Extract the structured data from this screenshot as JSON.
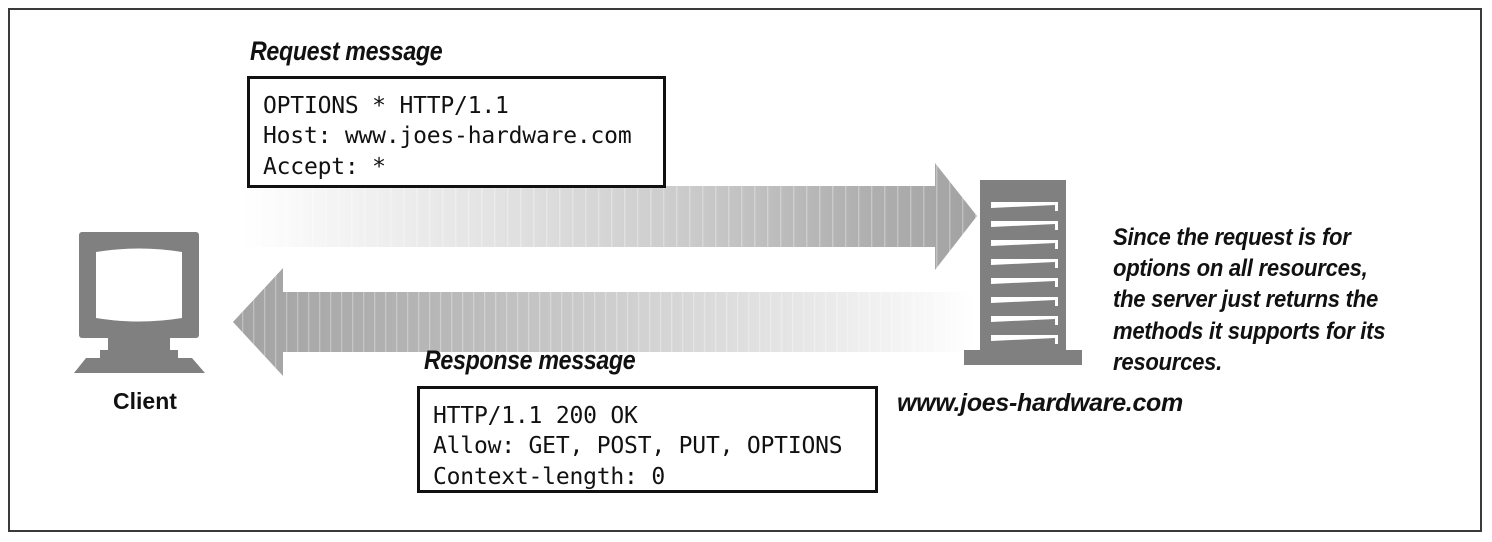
{
  "figure": {
    "title": "HTTP OPTIONS request and response between client and server"
  },
  "request": {
    "label": "Request message",
    "message": "OPTIONS * HTTP/1.1\nHost: www.joes-hardware.com\nAccept: *",
    "lines": [
      "OPTIONS * HTTP/1.1",
      "Host: www.joes-hardware.com",
      "Accept: *"
    ]
  },
  "response": {
    "label": "Response message",
    "message": "HTTP/1.1 200 OK\nAllow: GET, POST, PUT, OPTIONS\nContext-length: 0",
    "lines": [
      "HTTP/1.1 200 OK",
      "Allow: GET, POST, PUT, OPTIONS",
      "Context-length: 0"
    ]
  },
  "client": {
    "label": "Client",
    "icon": "desktop-computer-icon"
  },
  "server": {
    "label": "www.joes-hardware.com",
    "icon": "server-rack-icon"
  },
  "arrows": {
    "request_arrow": {
      "direction": "right",
      "name": "request-arrow"
    },
    "response_arrow": {
      "direction": "left",
      "name": "response-arrow"
    }
  },
  "note": {
    "text": "Since the request is for options on all resources, the server just returns the methods it supports for its resources."
  },
  "colors": {
    "icon_gray": "#808080",
    "arrow_gray": "#a8a8a8",
    "ink": "#111111",
    "frame": "#3a3a3a",
    "background": "#ffffff"
  }
}
